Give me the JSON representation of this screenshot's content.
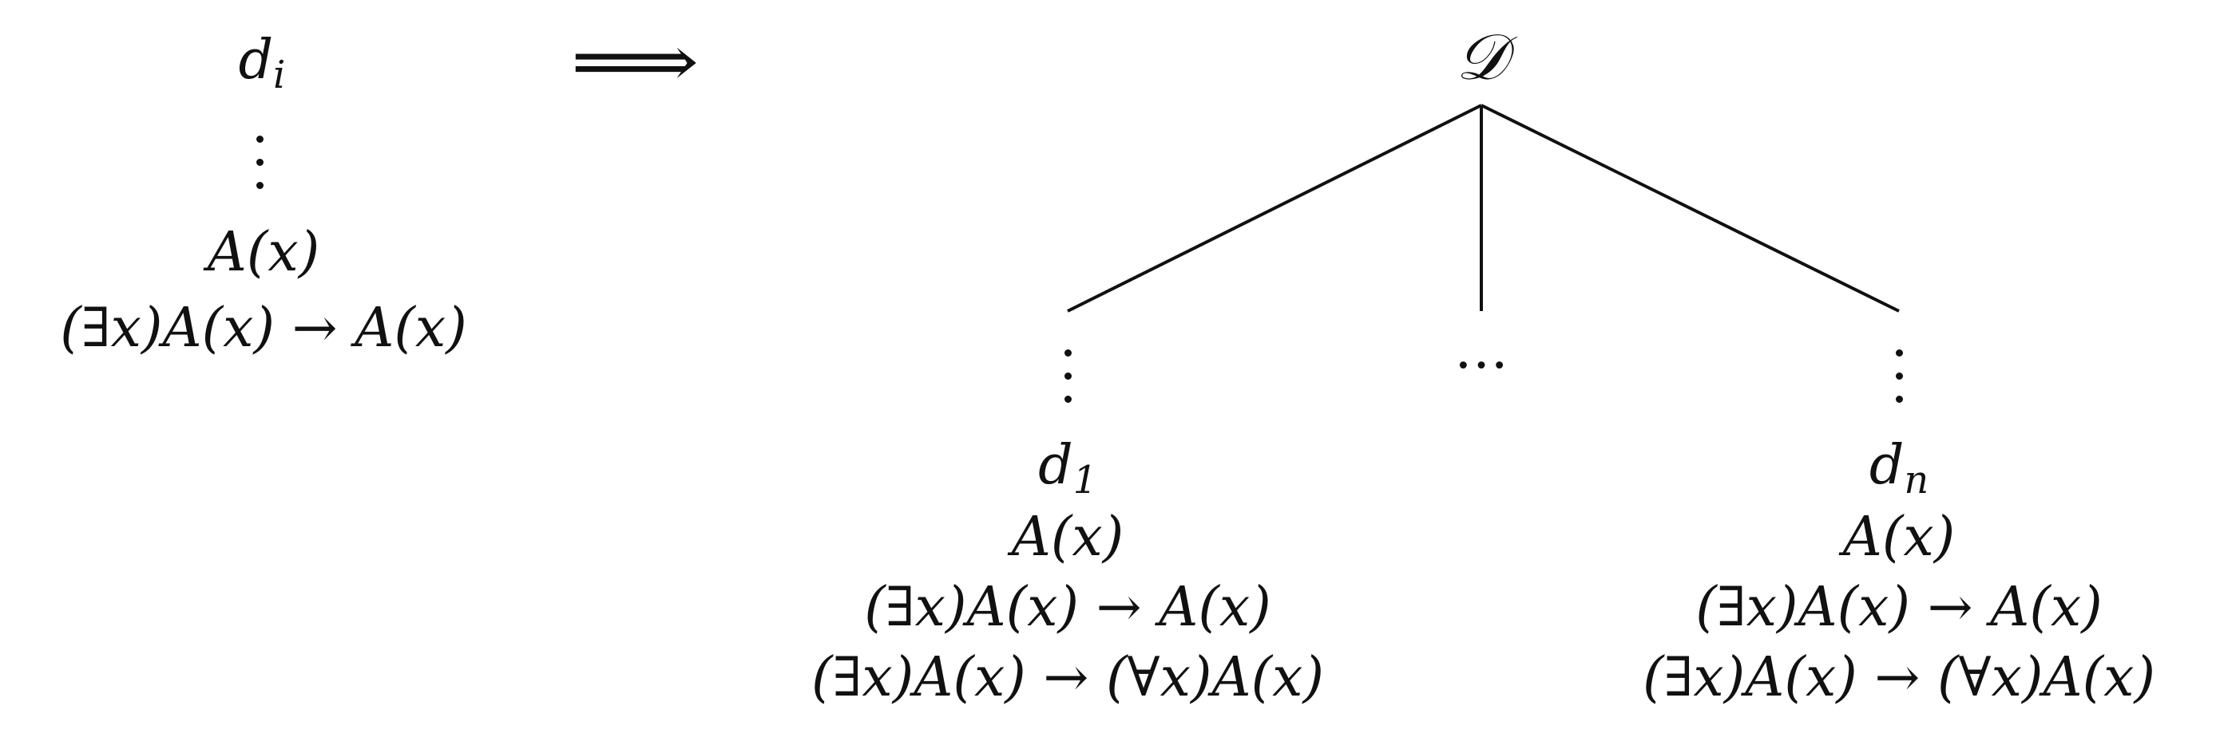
{
  "left": {
    "top_label": {
      "base": "d",
      "sub": "i"
    },
    "formulas": [
      "A(x)",
      "(∃x)A(x) → A(x)"
    ]
  },
  "implies_symbol": "⟹",
  "root_label": "𝒟",
  "middle_ellipsis": "…",
  "branch_left": {
    "label": {
      "base": "d",
      "sub": "1"
    },
    "formulas": [
      "A(x)",
      "(∃x)A(x) → A(x)",
      "(∃x)A(x) → (∀x)A(x)"
    ]
  },
  "branch_right": {
    "label": {
      "base": "d",
      "sub": "n"
    },
    "formulas": [
      "A(x)",
      "(∃x)A(x) → A(x)",
      "(∃x)A(x) → (∀x)A(x)"
    ]
  }
}
